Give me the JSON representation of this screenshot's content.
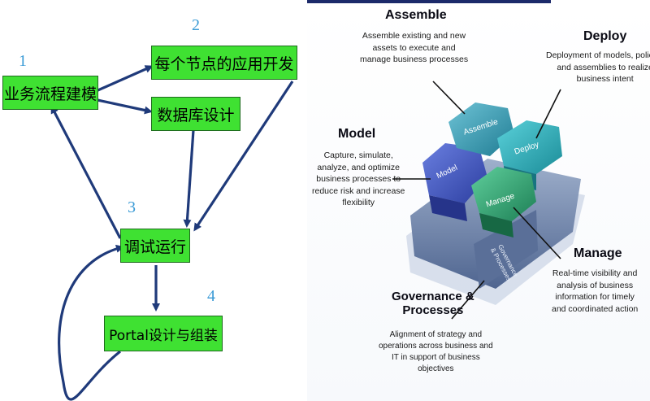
{
  "flow": {
    "steps": [
      {
        "num": "1",
        "label": "业务流程建模"
      },
      {
        "num": "2",
        "label": "每个节点的应用开发"
      },
      {
        "num": "",
        "label": "数据库设计"
      },
      {
        "num": "3",
        "label": "调试运行"
      },
      {
        "num": "4",
        "label": "Portal设计与组装"
      }
    ]
  },
  "lifecycle": {
    "assemble": {
      "title": "Assemble",
      "desc": [
        "Assemble existing and new",
        "assets to execute and",
        "manage business processes"
      ],
      "hex": "Assemble"
    },
    "deploy": {
      "title": "Deploy",
      "desc": [
        "Deployment of models, policies",
        "and assemblies to realize",
        "business intent"
      ],
      "hex": "Deploy"
    },
    "model": {
      "title": "Model",
      "desc": [
        "Capture, simulate,",
        "analyze, and optimize",
        "business processes to",
        "reduce risk and increase",
        "flexibility"
      ],
      "hex": "Model"
    },
    "manage": {
      "title": "Manage",
      "desc": [
        "Real-time visibility and",
        "analysis of business",
        "information for timely",
        "and coordinated action"
      ],
      "hex": "Manage"
    },
    "governance": {
      "title_line1": "Governance &",
      "title_line2": "Processes",
      "desc": [
        "Alignment of strategy and",
        "operations across business and",
        "IT in support of business",
        "objectives"
      ],
      "base": [
        "Governance",
        "& Processes"
      ]
    }
  },
  "colors": {
    "box": "#3fe132",
    "arrow": "#1f3a7a",
    "number": "#3b9bd6",
    "model": "#3a4fb8",
    "assemble": "#2f8fa8",
    "deploy": "#2aa6b4",
    "manage": "#2a9a6a",
    "base": "#7a8fb0"
  }
}
